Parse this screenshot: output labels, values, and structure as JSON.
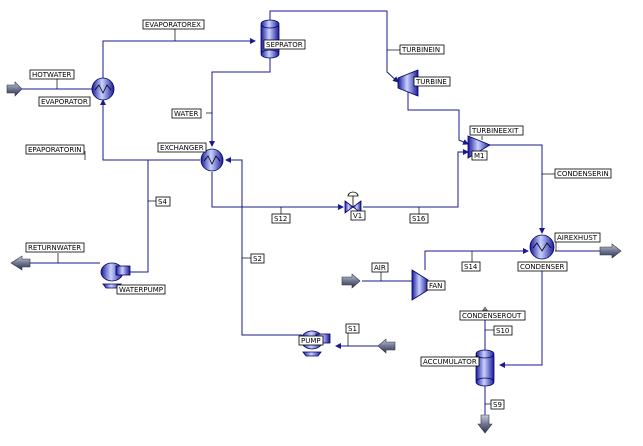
{
  "equipment": {
    "evaporator": "EVAPORATOR",
    "separator": "SEPRATOR",
    "turbine": "TURBINE",
    "exchanger": "EXCHANGER",
    "mixer": "M1",
    "valve": "V1",
    "condenser": "CONDENSER",
    "fan": "FAN",
    "waterpump": "WATERPUMP",
    "pump": "PUMP",
    "accumulator": "ACCUMULATOR"
  },
  "streams": {
    "hotwater": "HOTWATER",
    "evaporatorex": "EVAPORATOREX",
    "turbinein": "TURBINEIN",
    "water": "WATER",
    "evaporatorin": "EPAPORATORIN",
    "s4": "S4",
    "turbineexit": "TURBINEEXIT",
    "condenserin": "CONDENSERIN",
    "s12": "S12",
    "s16": "S16",
    "returnwater": "RETURNWATER",
    "s2": "S2",
    "air": "AIR",
    "s14": "S14",
    "airexhust": "AIREXHUST",
    "condenserout": "CONDENSEROUT",
    "s10": "S10",
    "s1": "S1",
    "s9": "S9"
  }
}
